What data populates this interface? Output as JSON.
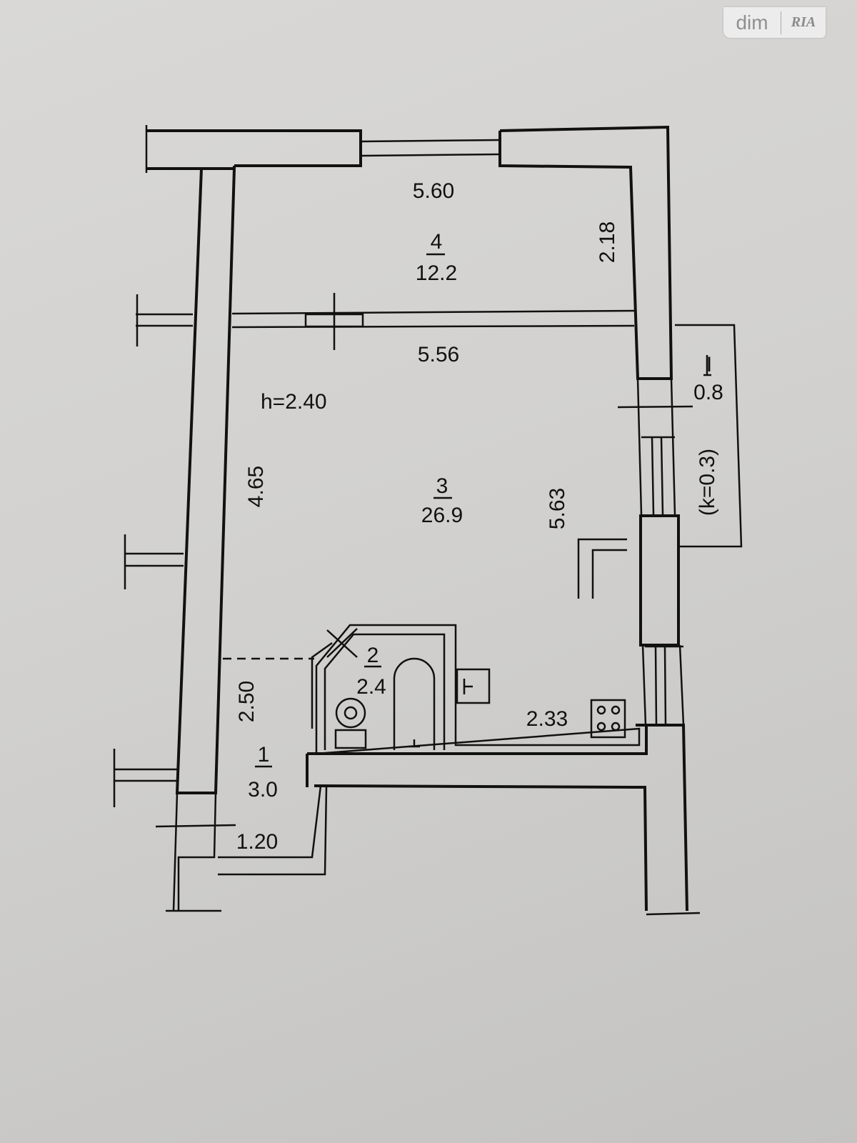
{
  "logo": {
    "left": "dim",
    "right": "RIA"
  },
  "plan": {
    "room4": {
      "number": "4",
      "area": "12.2",
      "width": "5.60",
      "depth": "2.18"
    },
    "room3": {
      "number": "3",
      "area": "26.9",
      "width": "5.56",
      "length_left": "4.65",
      "length_right": "5.63",
      "kitchen_width": "2.33"
    },
    "room2": {
      "number": "2",
      "area": "2.4"
    },
    "room1": {
      "number": "1",
      "area": "3.0",
      "length": "2.50",
      "width": "1.20"
    },
    "ceiling_height": "h=2.40",
    "balcony": {
      "number": "I",
      "area": "0.8",
      "coefficient": "(k=0.3)"
    }
  }
}
